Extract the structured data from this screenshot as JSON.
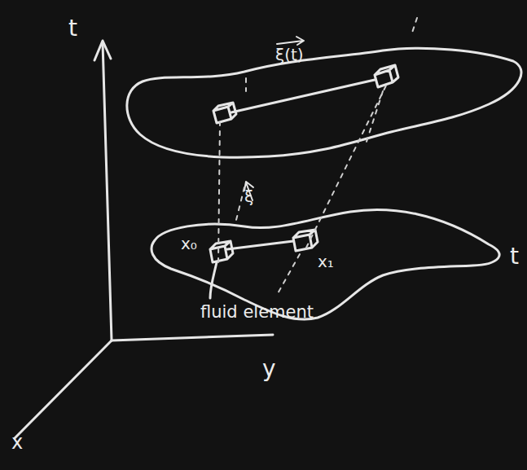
{
  "diagram": {
    "labels": [
      "t",
      "y",
      "x",
      "ξ(t)",
      "ξ",
      "x₀",
      "x₁",
      "fluid element",
      "t"
    ]
  }
}
